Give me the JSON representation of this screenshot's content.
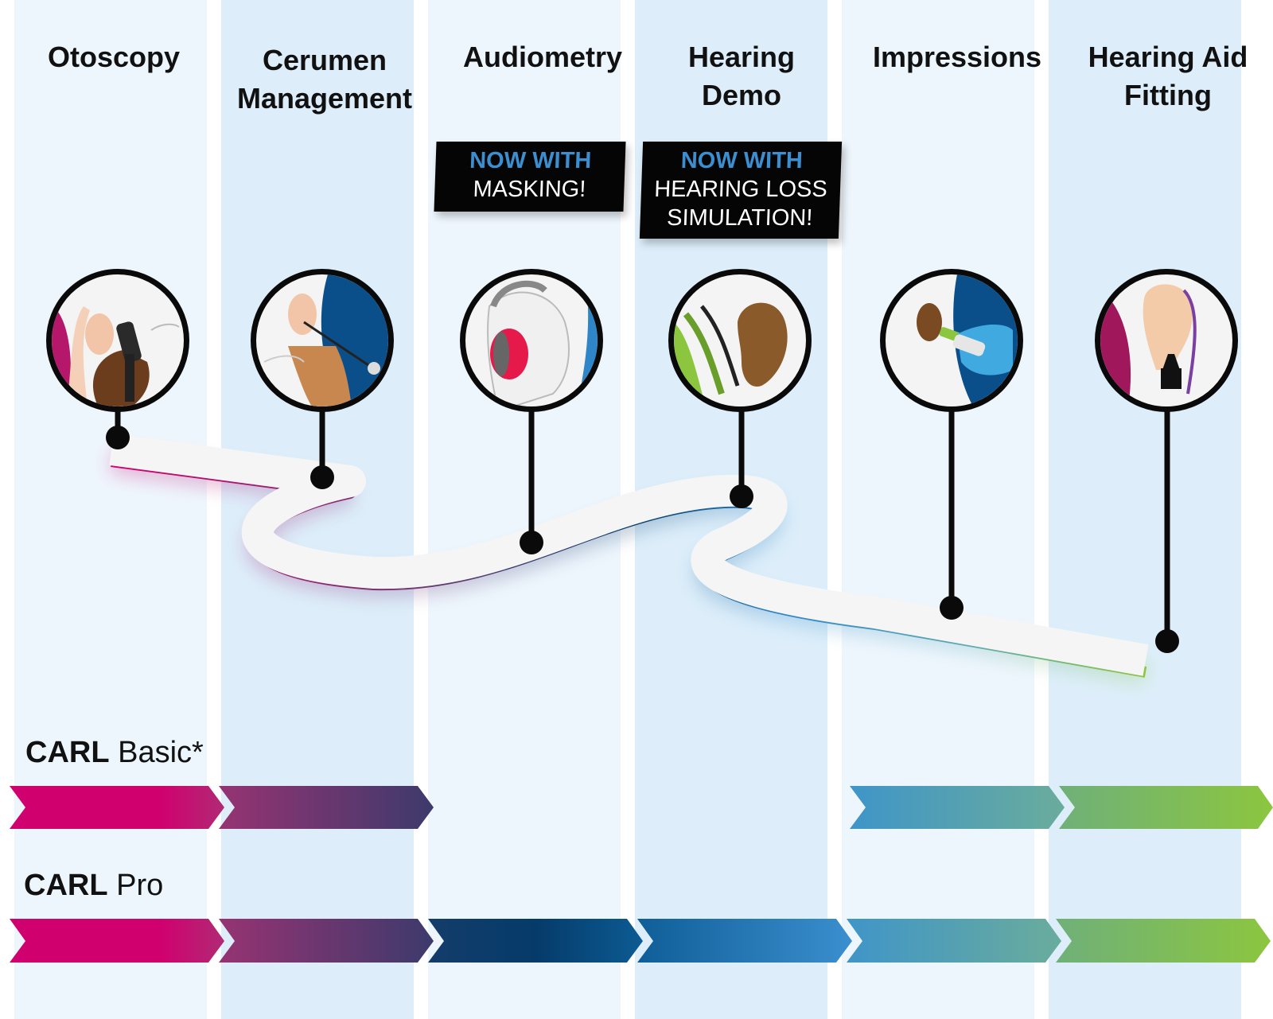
{
  "steps": [
    {
      "label": "Otoscopy",
      "icon": "otoscope-icon"
    },
    {
      "label": "Cerumen\nManagement",
      "icon": "curette-icon"
    },
    {
      "label": "Audiometry",
      "icon": "headphones-icon"
    },
    {
      "label": "Hearing\nDemo",
      "icon": "ear-sound-icon"
    },
    {
      "label": "Impressions",
      "icon": "impression-syringe-icon"
    },
    {
      "label": "Hearing Aid\nFitting",
      "icon": "hearing-aid-icon"
    }
  ],
  "badges": [
    {
      "highlight": "NOW WITH",
      "text": "MASKING!"
    },
    {
      "highlight": "NOW WITH",
      "text": "HEARING LOSS\nSIMULATION!"
    }
  ],
  "products": [
    {
      "brand": "CARL",
      "tier": "Basic*"
    },
    {
      "brand": "CARL",
      "tier": "Pro"
    }
  ],
  "colors": {
    "stripe_light": "#eef6fd",
    "stripe_dark": "#ddeefa",
    "magenta": "#d1006f",
    "purple": "#6c3a73",
    "navy": "#053b6a",
    "blue": "#2e86c8",
    "teal": "#5ea9b5",
    "green": "#8cc63f"
  }
}
